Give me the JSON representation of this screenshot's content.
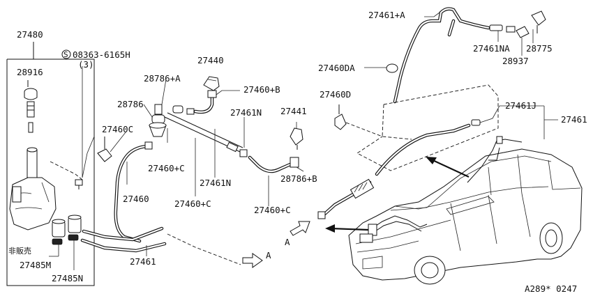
{
  "labels": {
    "p27480": "27480",
    "p28916": "28916",
    "bolt_spec": "08363-6165H",
    "bolt_qty": "(3)",
    "p27440": "27440",
    "p28786a": "28786+A",
    "p27460b": "27460+B",
    "p28786": "28786",
    "p27461n_top": "27461N",
    "p27441": "27441",
    "p27460c_left": "27460C",
    "p27460c_mid": "27460+C",
    "p27461n_mid": "27461N",
    "p27460": "27460",
    "p27460c_low": "27460+C",
    "p28786b": "28786+B",
    "p27460c_right": "27460+C",
    "p27461_bottom": "27461",
    "arrow_a_right": "A",
    "arrow_a_left": "A",
    "p27485m": "27485M",
    "p27485n": "27485N",
    "not_sold": "非販売",
    "p27461a": "27461+A",
    "p27461na": "27461NA",
    "p28775": "28775",
    "p28937": "28937",
    "p27460da": "27460DA",
    "p27460d": "27460D",
    "p27461j": "27461J",
    "p27461_right": "27461",
    "diagram_code": "A289* 0247",
    "s_mark": "S"
  }
}
